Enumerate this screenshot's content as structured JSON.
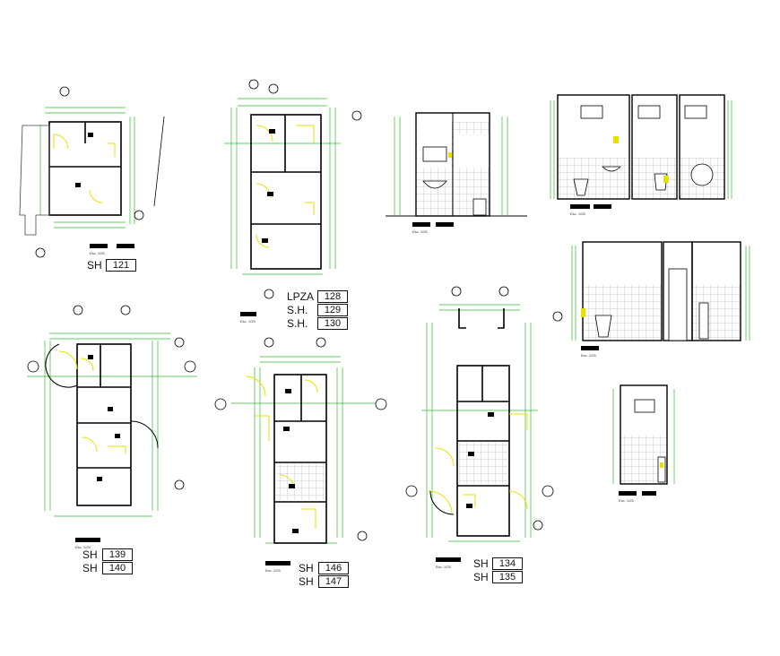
{
  "colors": {
    "wall": "#000000",
    "dimension": "#2dbd2d",
    "door": "#e8e000",
    "thin": "#444444",
    "tile": "#9a9a9a"
  },
  "labels": {
    "sh121": {
      "prefix": "SH",
      "number": "121"
    },
    "lpza128": {
      "prefix": "LPZA",
      "number": "128"
    },
    "sh129": {
      "prefix": "S.H.",
      "number": "129"
    },
    "sh130": {
      "prefix": "S.H.",
      "number": "130"
    },
    "sh139": {
      "prefix": "SH",
      "number": "139"
    },
    "sh140": {
      "prefix": "SH",
      "number": "140"
    },
    "sh146": {
      "prefix": "SH",
      "number": "146"
    },
    "sh147": {
      "prefix": "SH",
      "number": "147"
    },
    "sh134": {
      "prefix": "SH",
      "number": "134"
    },
    "sh135": {
      "prefix": "SH",
      "number": "135"
    }
  },
  "scale_note": "Esc. 1/25"
}
